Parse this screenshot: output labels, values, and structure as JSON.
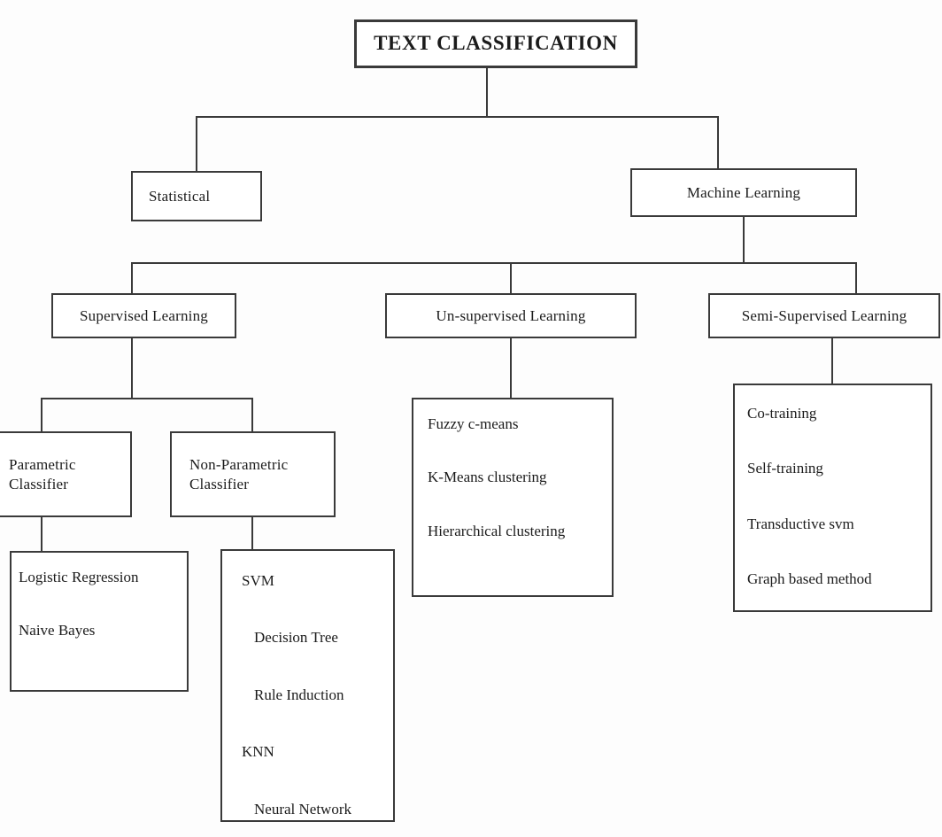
{
  "diagram": {
    "title_text": "TEXT CLASSIFICATION",
    "type": "tree-taxonomy",
    "ink_color": "#3a3a3a",
    "background_color": "#fdfdfd",
    "root": {
      "label": "TEXT CLASSIFICATION"
    },
    "level2": {
      "statistical": "Statistical",
      "machine_learning": "Machine Learning"
    },
    "level3": {
      "supervised": "Supervised Learning",
      "unsupervised": "Un-supervised Learning",
      "semi_supervised": "Semi-Supervised Learning"
    },
    "level4": {
      "parametric_line1": "Parametric",
      "parametric_line2": "Classifier",
      "non_parametric_line1": "Non-Parametric",
      "non_parametric_line2": "Classifier"
    },
    "leaves": {
      "parametric": [
        "Logistic Regression",
        "Naive Bayes"
      ],
      "non_parametric": [
        "SVM",
        "Decision Tree",
        "Rule Induction",
        "KNN",
        "Neural Network"
      ],
      "unsupervised": [
        "Fuzzy c-means",
        "K-Means clustering",
        "Hierarchical clustering"
      ],
      "semi_supervised": [
        "Co-training",
        "Self-training",
        "Transductive  svm",
        "Graph based method"
      ]
    }
  }
}
